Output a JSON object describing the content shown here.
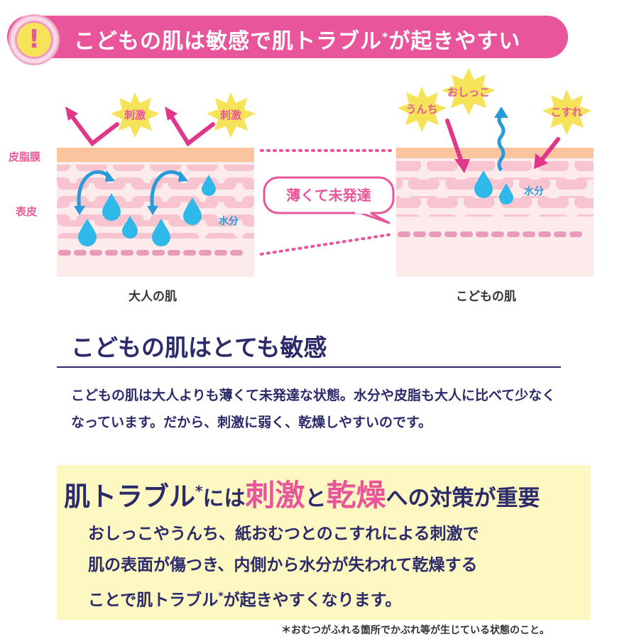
{
  "header": {
    "title": "こどもの肌は敏感で肌トラブル",
    "title_mark": "*",
    "title_end": "が起きやすい",
    "alert_glyph": "!"
  },
  "diagram": {
    "labels": {
      "sebum_film": "皮脂膜",
      "epidermis": "表皮"
    },
    "adult": {
      "caption": "大人の肌",
      "stimulus_1": "刺激",
      "stimulus_2": "刺激",
      "water": "水分"
    },
    "child": {
      "caption": "こどもの肌",
      "poop": "うんち",
      "pee": "おしっこ",
      "rubbing": "こすれ",
      "water": "水分"
    },
    "bubble": "薄くて未発達"
  },
  "section": {
    "title": "こどもの肌はとても敏感",
    "body": "こどもの肌は大人よりも薄くて未発達な状態。水分や皮脂も大人に比べて少なくなっています。だから、刺激に弱く、乾燥しやすいのです。"
  },
  "important": {
    "h1": "肌トラブル",
    "h1_mark": "*",
    "h2": "には",
    "h3": "刺激",
    "h4": "と",
    "h5": "乾燥",
    "h6": "への対策が重要",
    "line1": "おしっこやうんち、紙おむつとのこすれによる刺激で",
    "line2": "肌の表面が傷つき、内側から水分が失われて乾燥する",
    "line3a": "ことで肌トラブル",
    "line3_mark": "*",
    "line3b": "が起きやすくなります。"
  },
  "footnote": "＊おむつがふれる箇所でかぶれ等が生じている状態のこと。",
  "colors": {
    "pink": "#e8559a",
    "navy": "#2b2a6b",
    "water": "#2a9bd8",
    "burst": "#f7e35a",
    "skin": "#fdeaea",
    "brick": "#f7c4cf",
    "box": "#fdf7c2"
  }
}
